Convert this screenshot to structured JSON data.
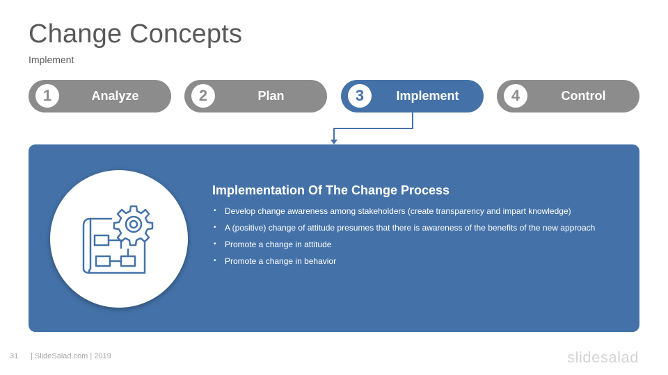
{
  "slide": {
    "title": "Change Concepts",
    "subtitle": "Implement"
  },
  "steps": [
    {
      "number": "1",
      "label": "Analyze"
    },
    {
      "number": "2",
      "label": "Plan"
    },
    {
      "number": "3",
      "label": "Implement"
    },
    {
      "number": "4",
      "label": "Control"
    }
  ],
  "panel": {
    "icon": "blueprint-gear-icon",
    "title": "Implementation Of The Change Process",
    "bullets": [
      "Develop change awareness among stakeholders (create transparency and impart knowledge)",
      "A (positive) change of attitude presumes that there is awareness of the benefits of the new approach",
      "Promote a change in attitude",
      "Promote a change in behavior"
    ]
  },
  "footer": {
    "page_number": "31",
    "text": "| SlideSalad.com | 2019",
    "logo": "slidesalad"
  },
  "colors": {
    "accent": "#4472a8",
    "inactive": "#8c8c8c",
    "title_text": "#595959"
  }
}
